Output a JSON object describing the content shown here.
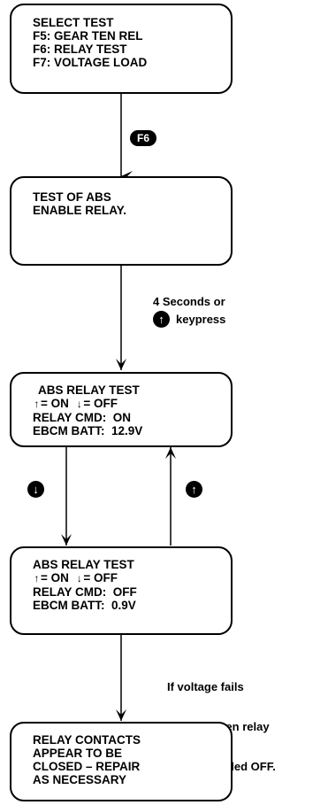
{
  "boxes": [
    {
      "lines": [
        "SELECT TEST",
        "F5: GEAR TEN REL",
        "F6: RELAY TEST",
        "F7: VOLTAGE LOAD"
      ]
    },
    {
      "lines": [
        "TEST OF ABS",
        "ENABLE RELAY."
      ]
    },
    {
      "title": "ABS RELAY TEST",
      "on_label": "= ON",
      "off_label": "= OFF",
      "lines": [
        "RELAY CMD:  ON",
        "EBCM BATT:  12.9V"
      ]
    },
    {
      "title": "ABS RELAY TEST",
      "on_label": "= ON",
      "off_label": "= OFF",
      "lines": [
        "RELAY CMD:  OFF",
        "EBCM BATT:  0.9V"
      ]
    },
    {
      "lines": [
        "RELAY CONTACTS",
        "APPEAR TO BE",
        "CLOSED – REPAIR",
        "AS NECESSARY"
      ]
    }
  ],
  "transitions": {
    "f6_key": "F6",
    "timeout_label": "4 Seconds or",
    "keypress_label": "keypress",
    "drop_fail_note": [
      "If voltage fails",
      "to drop when relay",
      "is commanded OFF."
    ]
  },
  "icons": {
    "up_key": "up-arrow-key-icon",
    "down_key": "down-arrow-key-icon",
    "up_glyph": "↑",
    "down_glyph": "↓"
  }
}
